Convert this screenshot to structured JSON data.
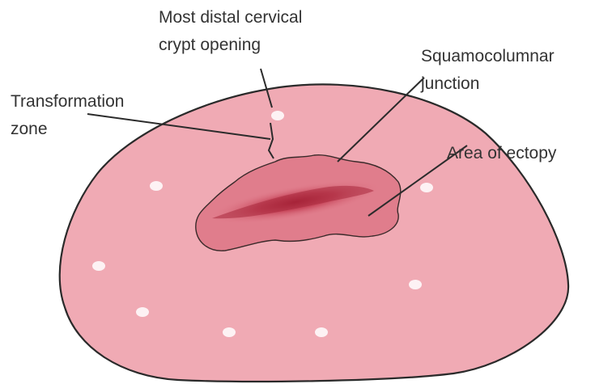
{
  "labels": {
    "crypt": [
      "Most distal cervical",
      "crypt opening"
    ],
    "junction": [
      "Squamocolumnar",
      "junction"
    ],
    "transformation": [
      "Transformation",
      "zone"
    ],
    "ectopy": "Area of ectopy"
  },
  "colors": {
    "cervix_fill": "#f0aab4",
    "cervix_outline": "#2a2a2a",
    "ectopy_fill": "#e07d8c",
    "os_center": "#b22a3e",
    "gland_dot": "#fdf2f4",
    "label_text": "#333333"
  }
}
